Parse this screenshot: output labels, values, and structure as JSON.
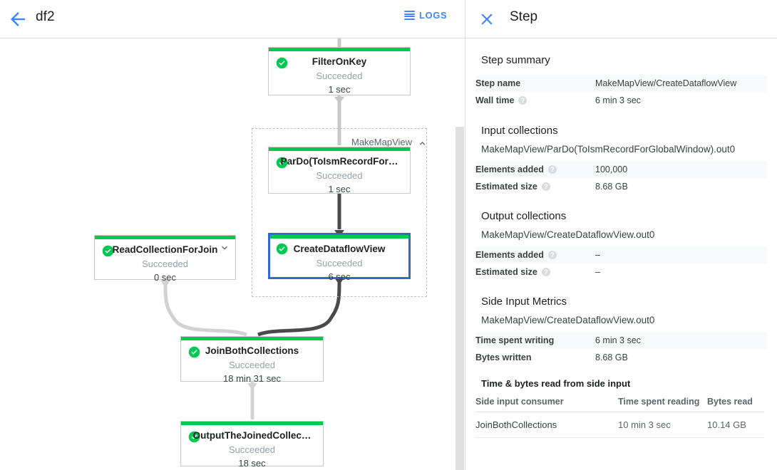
{
  "left": {
    "back_icon": "back-arrow-icon",
    "job_title": "df2",
    "logs_button": {
      "label": "LOGS",
      "icon": "list-icon",
      "color": "#4285f4"
    }
  },
  "graph": {
    "group": {
      "label": "MakeMapView",
      "collapse_icon": "chevron-up-icon"
    },
    "nodes": [
      {
        "id": "FilterOnKey",
        "name": "FilterOnKey",
        "status": "Succeeded",
        "duration": "1 sec",
        "selected": false,
        "has_chevron": false
      },
      {
        "id": "ParDo",
        "name": "ParDo(ToIsmRecordFor…",
        "status": "Succeeded",
        "duration": "1 sec",
        "selected": false,
        "has_chevron": false
      },
      {
        "id": "CreateDataflowView",
        "name": "CreateDataflowView",
        "status": "Succeeded",
        "duration": "6 sec",
        "selected": true,
        "has_chevron": false
      },
      {
        "id": "ReadCollectionForJoin",
        "name": "ReadCollectionForJoin",
        "status": "Succeeded",
        "duration": "0 sec",
        "selected": false,
        "has_chevron": true
      },
      {
        "id": "JoinBothCollections",
        "name": "JoinBothCollections",
        "status": "Succeeded",
        "duration": "18 min 31 sec",
        "selected": false,
        "has_chevron": false
      },
      {
        "id": "OutputTheJoinedCollec",
        "name": "OutputTheJoinedCollec…",
        "status": "Succeeded",
        "duration": "18 sec",
        "selected": false,
        "has_chevron": false
      }
    ],
    "status_color": "#00c853",
    "selected_color": "#3367d6"
  },
  "right": {
    "close_icon": "close-icon",
    "title": "Step",
    "step_summary": {
      "heading": "Step summary",
      "rows": [
        {
          "key": "Step name",
          "value": "MakeMapView/CreateDataflowView",
          "help": false
        },
        {
          "key": "Wall time",
          "value": "6 min 3 sec",
          "help": true
        }
      ]
    },
    "input_collections": {
      "heading": "Input collections",
      "collection": "MakeMapView/ParDo(ToIsmRecordForGlobalWindow).out0",
      "rows": [
        {
          "key": "Elements added",
          "value": "100,000",
          "help": true
        },
        {
          "key": "Estimated size",
          "value": "8.68 GB",
          "help": true
        }
      ]
    },
    "output_collections": {
      "heading": "Output collections",
      "collection": "MakeMapView/CreateDataflowView.out0",
      "rows": [
        {
          "key": "Elements added",
          "value": "–",
          "help": true
        },
        {
          "key": "Estimated size",
          "value": "–",
          "help": true
        }
      ]
    },
    "side_input_metrics": {
      "heading": "Side Input Metrics",
      "collection": "MakeMapView/CreateDataflowView.out0",
      "rows": [
        {
          "key": "Time spent writing",
          "value": "6 min 3 sec",
          "help": false
        },
        {
          "key": "Bytes written",
          "value": "8.68 GB",
          "help": false
        }
      ],
      "table_title": "Time & bytes read from side input",
      "columns": [
        "Side input consumer",
        "Time spent reading",
        "Bytes read"
      ],
      "rows_table": [
        [
          "JoinBothCollections",
          "10 min 3 sec",
          "10.14 GB"
        ]
      ]
    }
  }
}
